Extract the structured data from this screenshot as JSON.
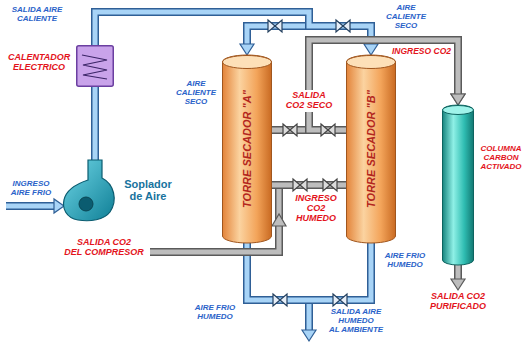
{
  "diagram": {
    "nodes": [
      {
        "text": [
          "CALENTADOR ELECTRICO"
        ]
      },
      {
        "text": [
          "Soplador de Aire"
        ]
      },
      {
        "text": [
          "TORRE SECADOR \"A\""
        ]
      },
      {
        "text": [
          "TORRE SECADOR \"B\""
        ]
      },
      {
        "text": [
          "COLUMNA CARBON ACTIVADO"
        ]
      }
    ],
    "edges": [
      {
        "from": 1,
        "to": 0,
        "arrow": "none"
      },
      {
        "from": 0,
        "to": 2,
        "arrow": "to"
      },
      {
        "from": 0,
        "to": 3,
        "arrow": "to"
      },
      {
        "from": 2,
        "to": 4,
        "arrow": "to"
      },
      {
        "from": 3,
        "to": 4,
        "arrow": "to"
      },
      {
        "from": 2,
        "to": 3,
        "arrow": "none"
      },
      {
        "from": 2,
        "to": 3,
        "arrow": "none"
      }
    ],
    "labels": [
      "SALIDA AIRE CALIENTE",
      "AIRE CALIENTE SECO",
      "SALIDA CO2 SECO",
      "AIRE CALIENTE SECO",
      "INGRESO CO2",
      "INGRESO AIRE FRIO",
      "INGRESO CO2 HUMEDO",
      "SALIDA CO2 DEL COMPRESOR",
      "AIRE FRIO HUMEDO",
      "AIRE FRIO HUMEDO",
      "SALIDA AIRE HUMEDO AL AMBIENTE",
      "SALIDA CO2 PURIFICADO"
    ]
  }
}
